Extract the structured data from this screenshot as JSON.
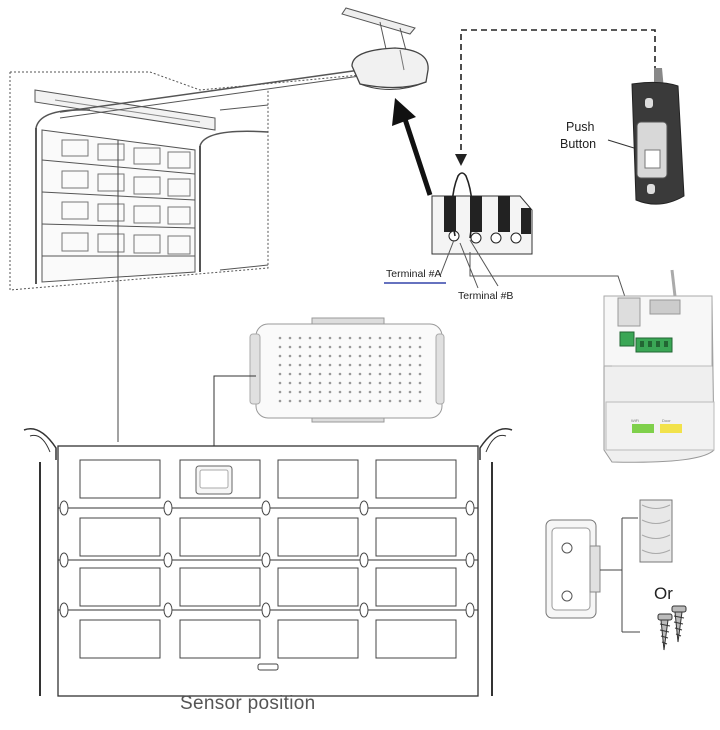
{
  "labels": {
    "push_button_line1": "Push",
    "push_button_line2": "Button",
    "terminal_a": "Terminal #A",
    "terminal_b": "Terminal #B",
    "or": "Or",
    "sensor_position": "Sensor position",
    "hub_wifi": "WiFi",
    "hub_door": "Door"
  },
  "colors": {
    "line": "#333333",
    "terminal_a_underline": "#3344aa",
    "hub_wifi_led": "#7fd04b",
    "hub_door_led": "#f2e24b",
    "terminal_green": "#3aa655"
  }
}
